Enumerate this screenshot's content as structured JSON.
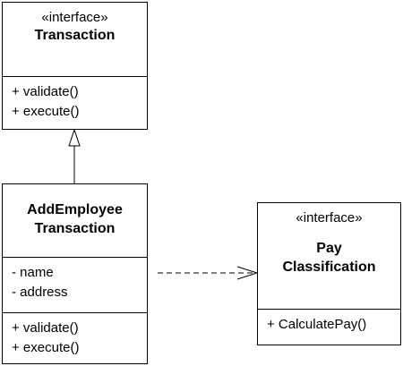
{
  "transaction": {
    "stereotype": "«interface»",
    "name": "Transaction",
    "operations": [
      "+ validate()",
      "+ execute()"
    ]
  },
  "add_employee": {
    "name_line1": "AddEmployee",
    "name_line2": "Transaction",
    "attributes": [
      "- name",
      "- address"
    ],
    "operations": [
      "+ validate()",
      "+ execute()"
    ]
  },
  "pay_classification": {
    "stereotype": "«interface»",
    "name_line1": "Pay",
    "name_line2": "Classification",
    "operations": [
      "+ CalculatePay()"
    ]
  }
}
